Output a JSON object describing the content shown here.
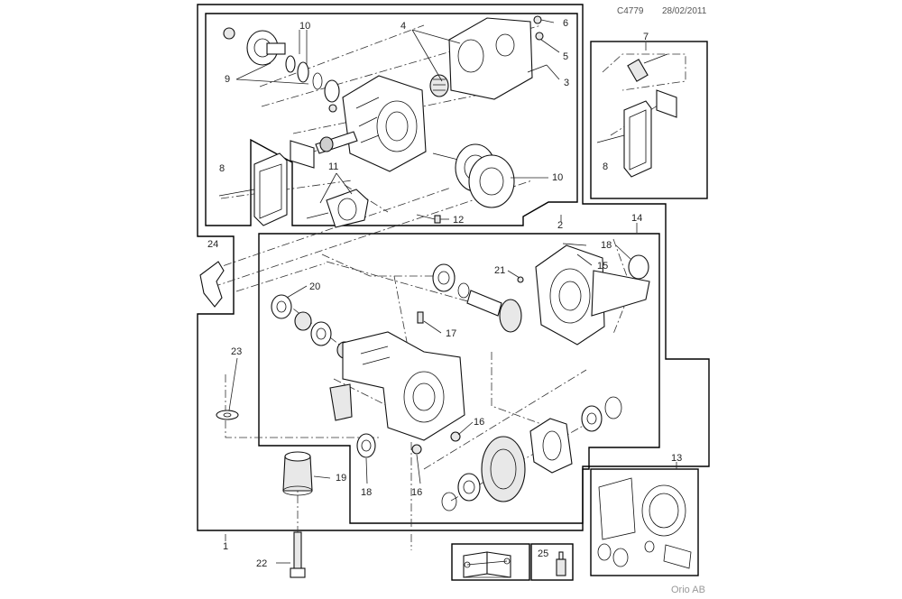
{
  "header": {
    "code": "C4779",
    "date": "28/02/2011"
  },
  "footer": {
    "brand": "Orio AB"
  },
  "callouts": {
    "c1": "1",
    "c2": "2",
    "c3": "3",
    "c4": "4",
    "c5": "5",
    "c6": "6",
    "c7": "7",
    "c8a": "8",
    "c8b": "8",
    "c9": "9",
    "c10a": "10",
    "c10b": "10",
    "c11": "11",
    "c12": "12",
    "c13": "13",
    "c14": "14",
    "c15": "15",
    "c16a": "16",
    "c16b": "16",
    "c17": "17",
    "c18a": "18",
    "c18b": "18",
    "c19": "19",
    "c20": "20",
    "c21": "21",
    "c22": "22",
    "c23": "23",
    "c24": "24",
    "c25": "25"
  },
  "icons": [
    "manual-book-icon",
    "tool-wrench-icon",
    "lubricant-bottle-icon"
  ]
}
